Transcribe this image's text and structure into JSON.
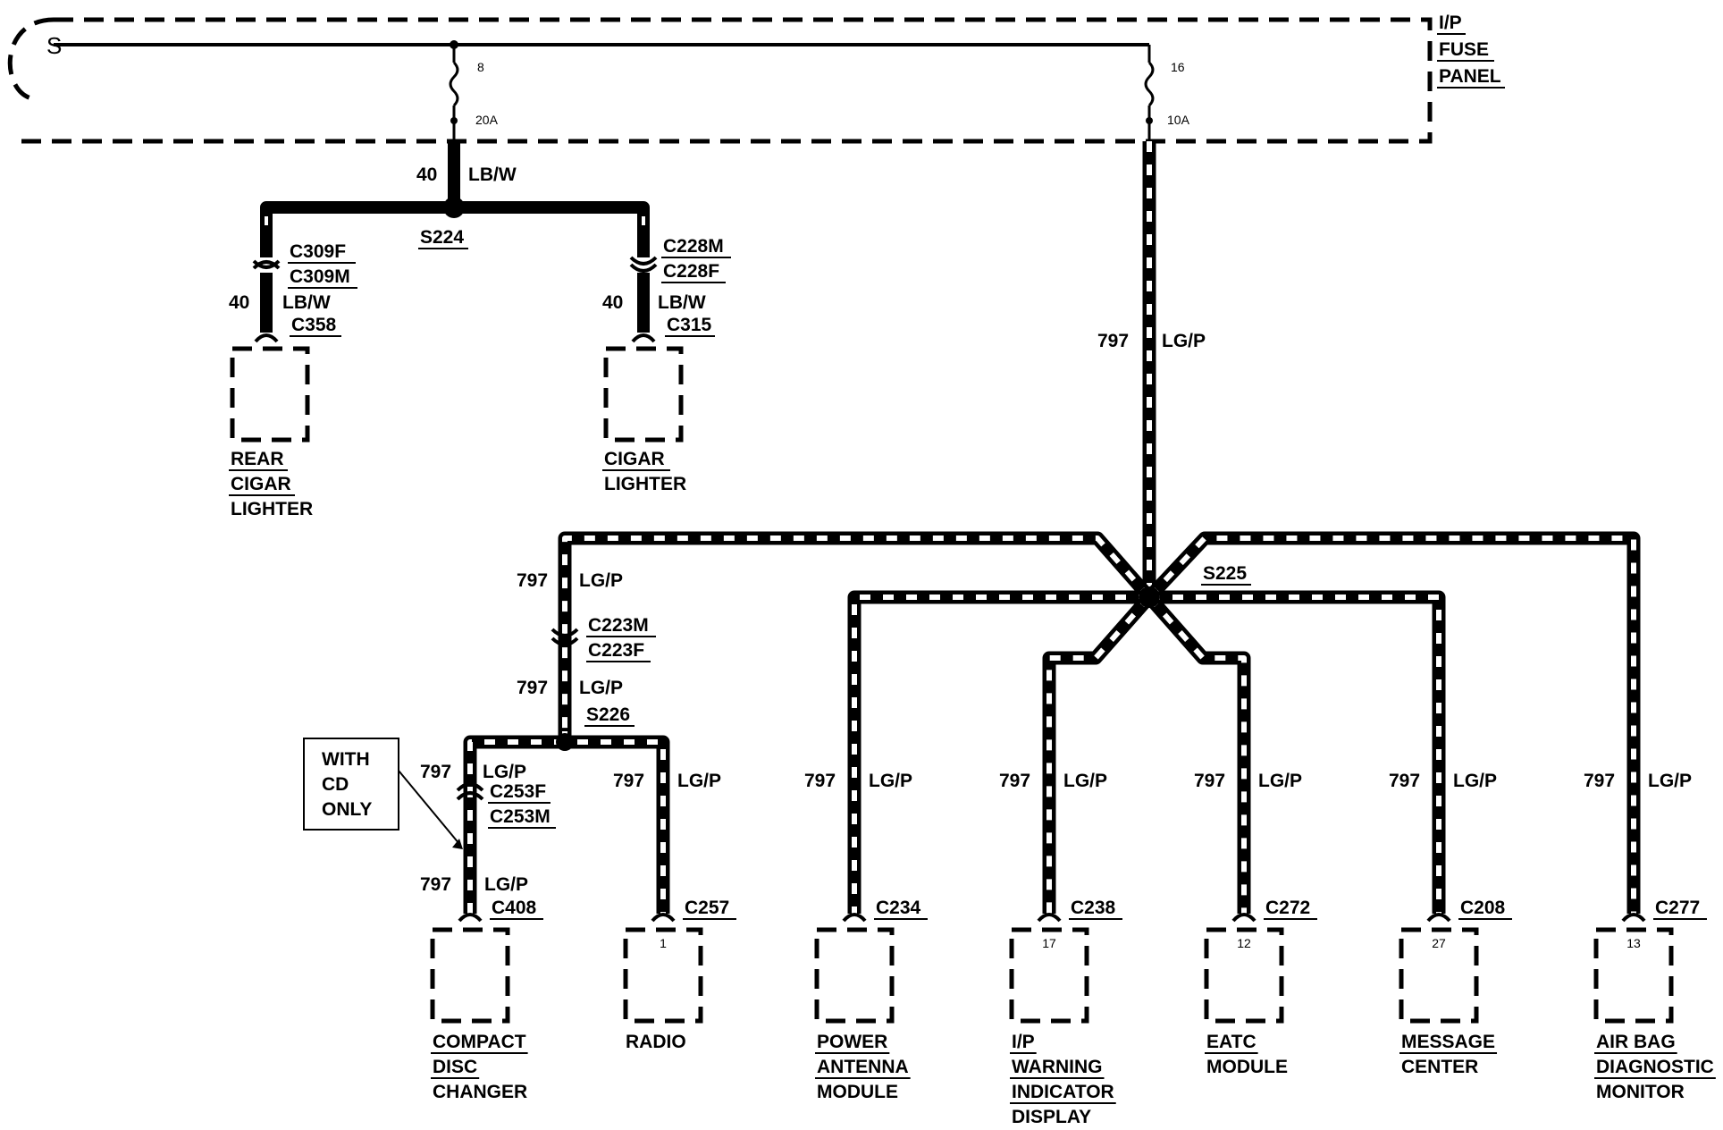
{
  "fuse_panel": {
    "line1": "I/P",
    "line2": "FUSE",
    "line3": "PANEL"
  },
  "fuses": [
    {
      "number": "8",
      "rating": "20A"
    },
    {
      "number": "16",
      "rating": "10A"
    }
  ],
  "feed_lighter": {
    "circuit": "40",
    "color": "LB/W"
  },
  "splices": {
    "s224": "S224",
    "s225": "S225",
    "s226": "S226"
  },
  "rear_lighter": {
    "conn_top": "C309F",
    "conn_bottom": "C309M",
    "circuit": "40",
    "color": "LB/W",
    "connector": "C358",
    "label": [
      "REAR",
      "CIGAR",
      "LIGHTER"
    ]
  },
  "cigar_lighter": {
    "conn_top": "C228M",
    "conn_bottom": "C228F",
    "circuit": "40",
    "color": "LB/W",
    "connector": "C315",
    "label": [
      "CIGAR",
      "LIGHTER"
    ]
  },
  "trunk": {
    "circuit": "797",
    "color": "LG/P"
  },
  "left_branch": {
    "circuit_a": "797",
    "color_a": "LG/P",
    "conn_top": "C223M",
    "conn_bottom": "C223F",
    "circuit_b": "797",
    "color_b": "LG/P"
  },
  "note_box": [
    "WITH",
    "CD",
    "ONLY"
  ],
  "components": [
    {
      "key": "cd",
      "circuit": "797",
      "color": "LG/P",
      "connector": "C408",
      "pin": "",
      "inline_top": "C253F",
      "inline_bottom": "C253M",
      "label": [
        "COMPACT",
        "DISC",
        "CHANGER"
      ]
    },
    {
      "key": "radio",
      "circuit": "797",
      "color": "LG/P",
      "connector": "C257",
      "pin": "1",
      "label": [
        "RADIO"
      ]
    },
    {
      "key": "antenna",
      "circuit": "797",
      "color": "LG/P",
      "connector": "C234",
      "pin": "",
      "label": [
        "POWER",
        "ANTENNA",
        "MODULE"
      ]
    },
    {
      "key": "warning",
      "circuit": "797",
      "color": "LG/P",
      "connector": "C238",
      "pin": "17",
      "label": [
        "I/P",
        "WARNING",
        "INDICATOR",
        "DISPLAY"
      ]
    },
    {
      "key": "eatc",
      "circuit": "797",
      "color": "LG/P",
      "connector": "C272",
      "pin": "12",
      "label": [
        "EATC",
        "MODULE"
      ]
    },
    {
      "key": "message",
      "circuit": "797",
      "color": "LG/P",
      "connector": "C208",
      "pin": "27",
      "label": [
        "MESSAGE",
        "CENTER"
      ]
    },
    {
      "key": "airbag",
      "circuit": "797",
      "color": "LG/P",
      "connector": "C277",
      "pin": "13",
      "label": [
        "AIR BAG",
        "DIAGNOSTIC",
        "MONITOR"
      ]
    }
  ]
}
